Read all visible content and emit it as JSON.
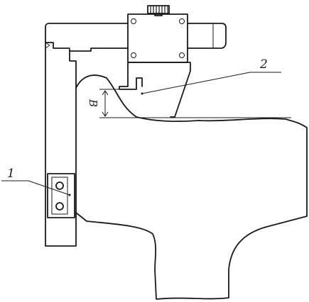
{
  "labels": {
    "callout_1": "1",
    "callout_2": "2",
    "dimension": "B"
  },
  "colors": {
    "line": "#1a1a1a",
    "background": "#ffffff"
  }
}
